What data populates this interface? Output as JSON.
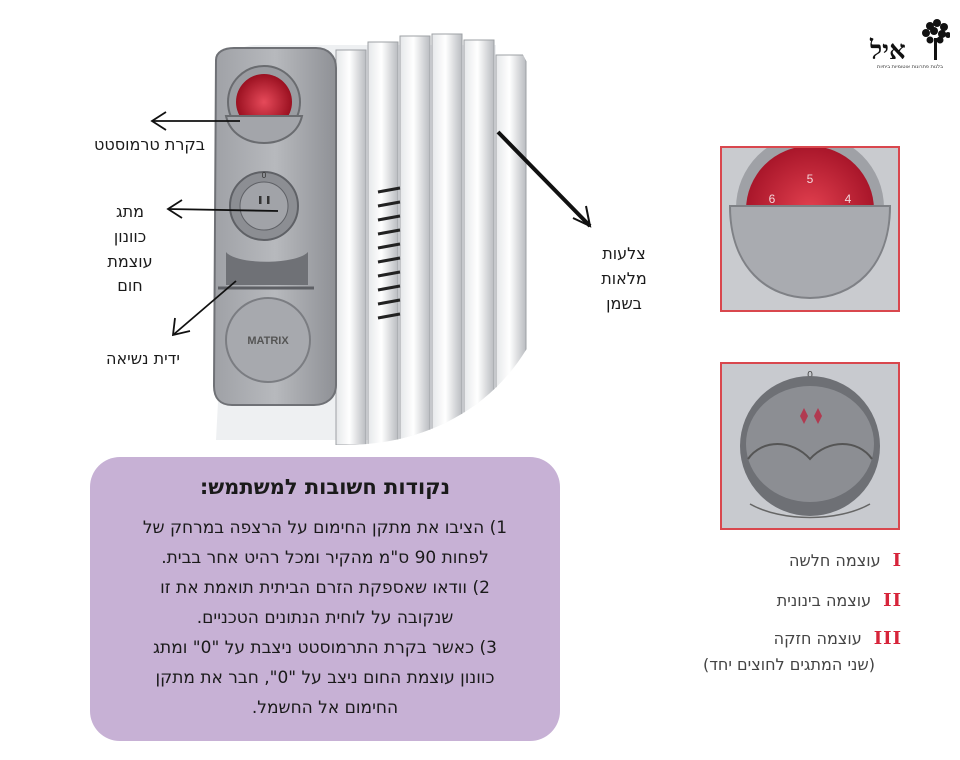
{
  "logo": {
    "brand_text": "איל",
    "tagline": "בלנות פתרונות אוטומיות ביתיות",
    "icon": "tree-icon"
  },
  "labels": {
    "thermostat": "בקרת טרמוסטט",
    "heat_switch_lines": [
      "מתג",
      "כוונון",
      "עוצמת",
      "חום"
    ],
    "handle": "ידית נשיאה",
    "fins_lines": [
      "צלעות",
      "מלאות",
      "בשמן"
    ]
  },
  "heater": {
    "brand": "MATRIX",
    "dial_numbers": [
      "6",
      "5",
      "4"
    ],
    "switch_zero": "0"
  },
  "info": {
    "title": "נקודות חשובות למשתמש:",
    "items": [
      "1) הציבו את מתקן החימום על הרצפה במרחק של",
      "לפחות 90 ס\"מ מהקיר ומכל רהיט אחר בבית.",
      "2) וודאו שאספקת הזרם הביתית תואמת את זו",
      "שנקובה על לוחית הנתונים הטכניים.",
      "3) כאשר בקרת התרמוסטט ניצבת על \"0\" ומתג",
      "כוונון עוצמת החום ניצב על \"0\", חבר את מתקן",
      "החימום אל החשמל."
    ]
  },
  "legend": [
    {
      "mark": "I",
      "text": "עוצמה חלשה"
    },
    {
      "mark": "II",
      "text": "עוצמה בינונית"
    },
    {
      "mark": "III",
      "text": "עוצמה חזקה"
    }
  ],
  "legend_note": "(שני המתגים לחוצים יחד)",
  "colors": {
    "box": "#c7b1d5",
    "accent_red": "#d7243a",
    "frame_red": "#d9474e",
    "dial_red": "#c8192c"
  }
}
